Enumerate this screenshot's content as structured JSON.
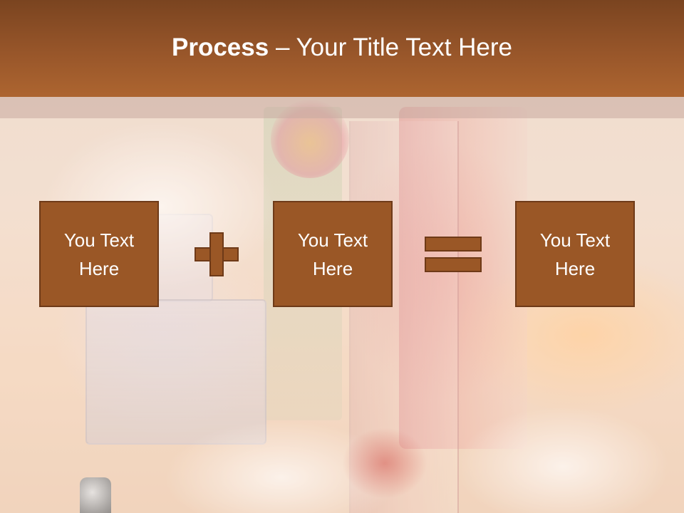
{
  "title": {
    "bold": "Process",
    "rest": " – Your Title Text Here"
  },
  "boxes": [
    {
      "text": "You Text\nHere"
    },
    {
      "text": "You Text\nHere"
    },
    {
      "text": "You Text\nHere"
    }
  ],
  "operators": [
    "plus-icon",
    "equals-icon"
  ],
  "colors": {
    "title_bar": "#98562a",
    "box_fill": "#9a5726",
    "box_border": "#6e3a18",
    "text": "#ffffff"
  }
}
